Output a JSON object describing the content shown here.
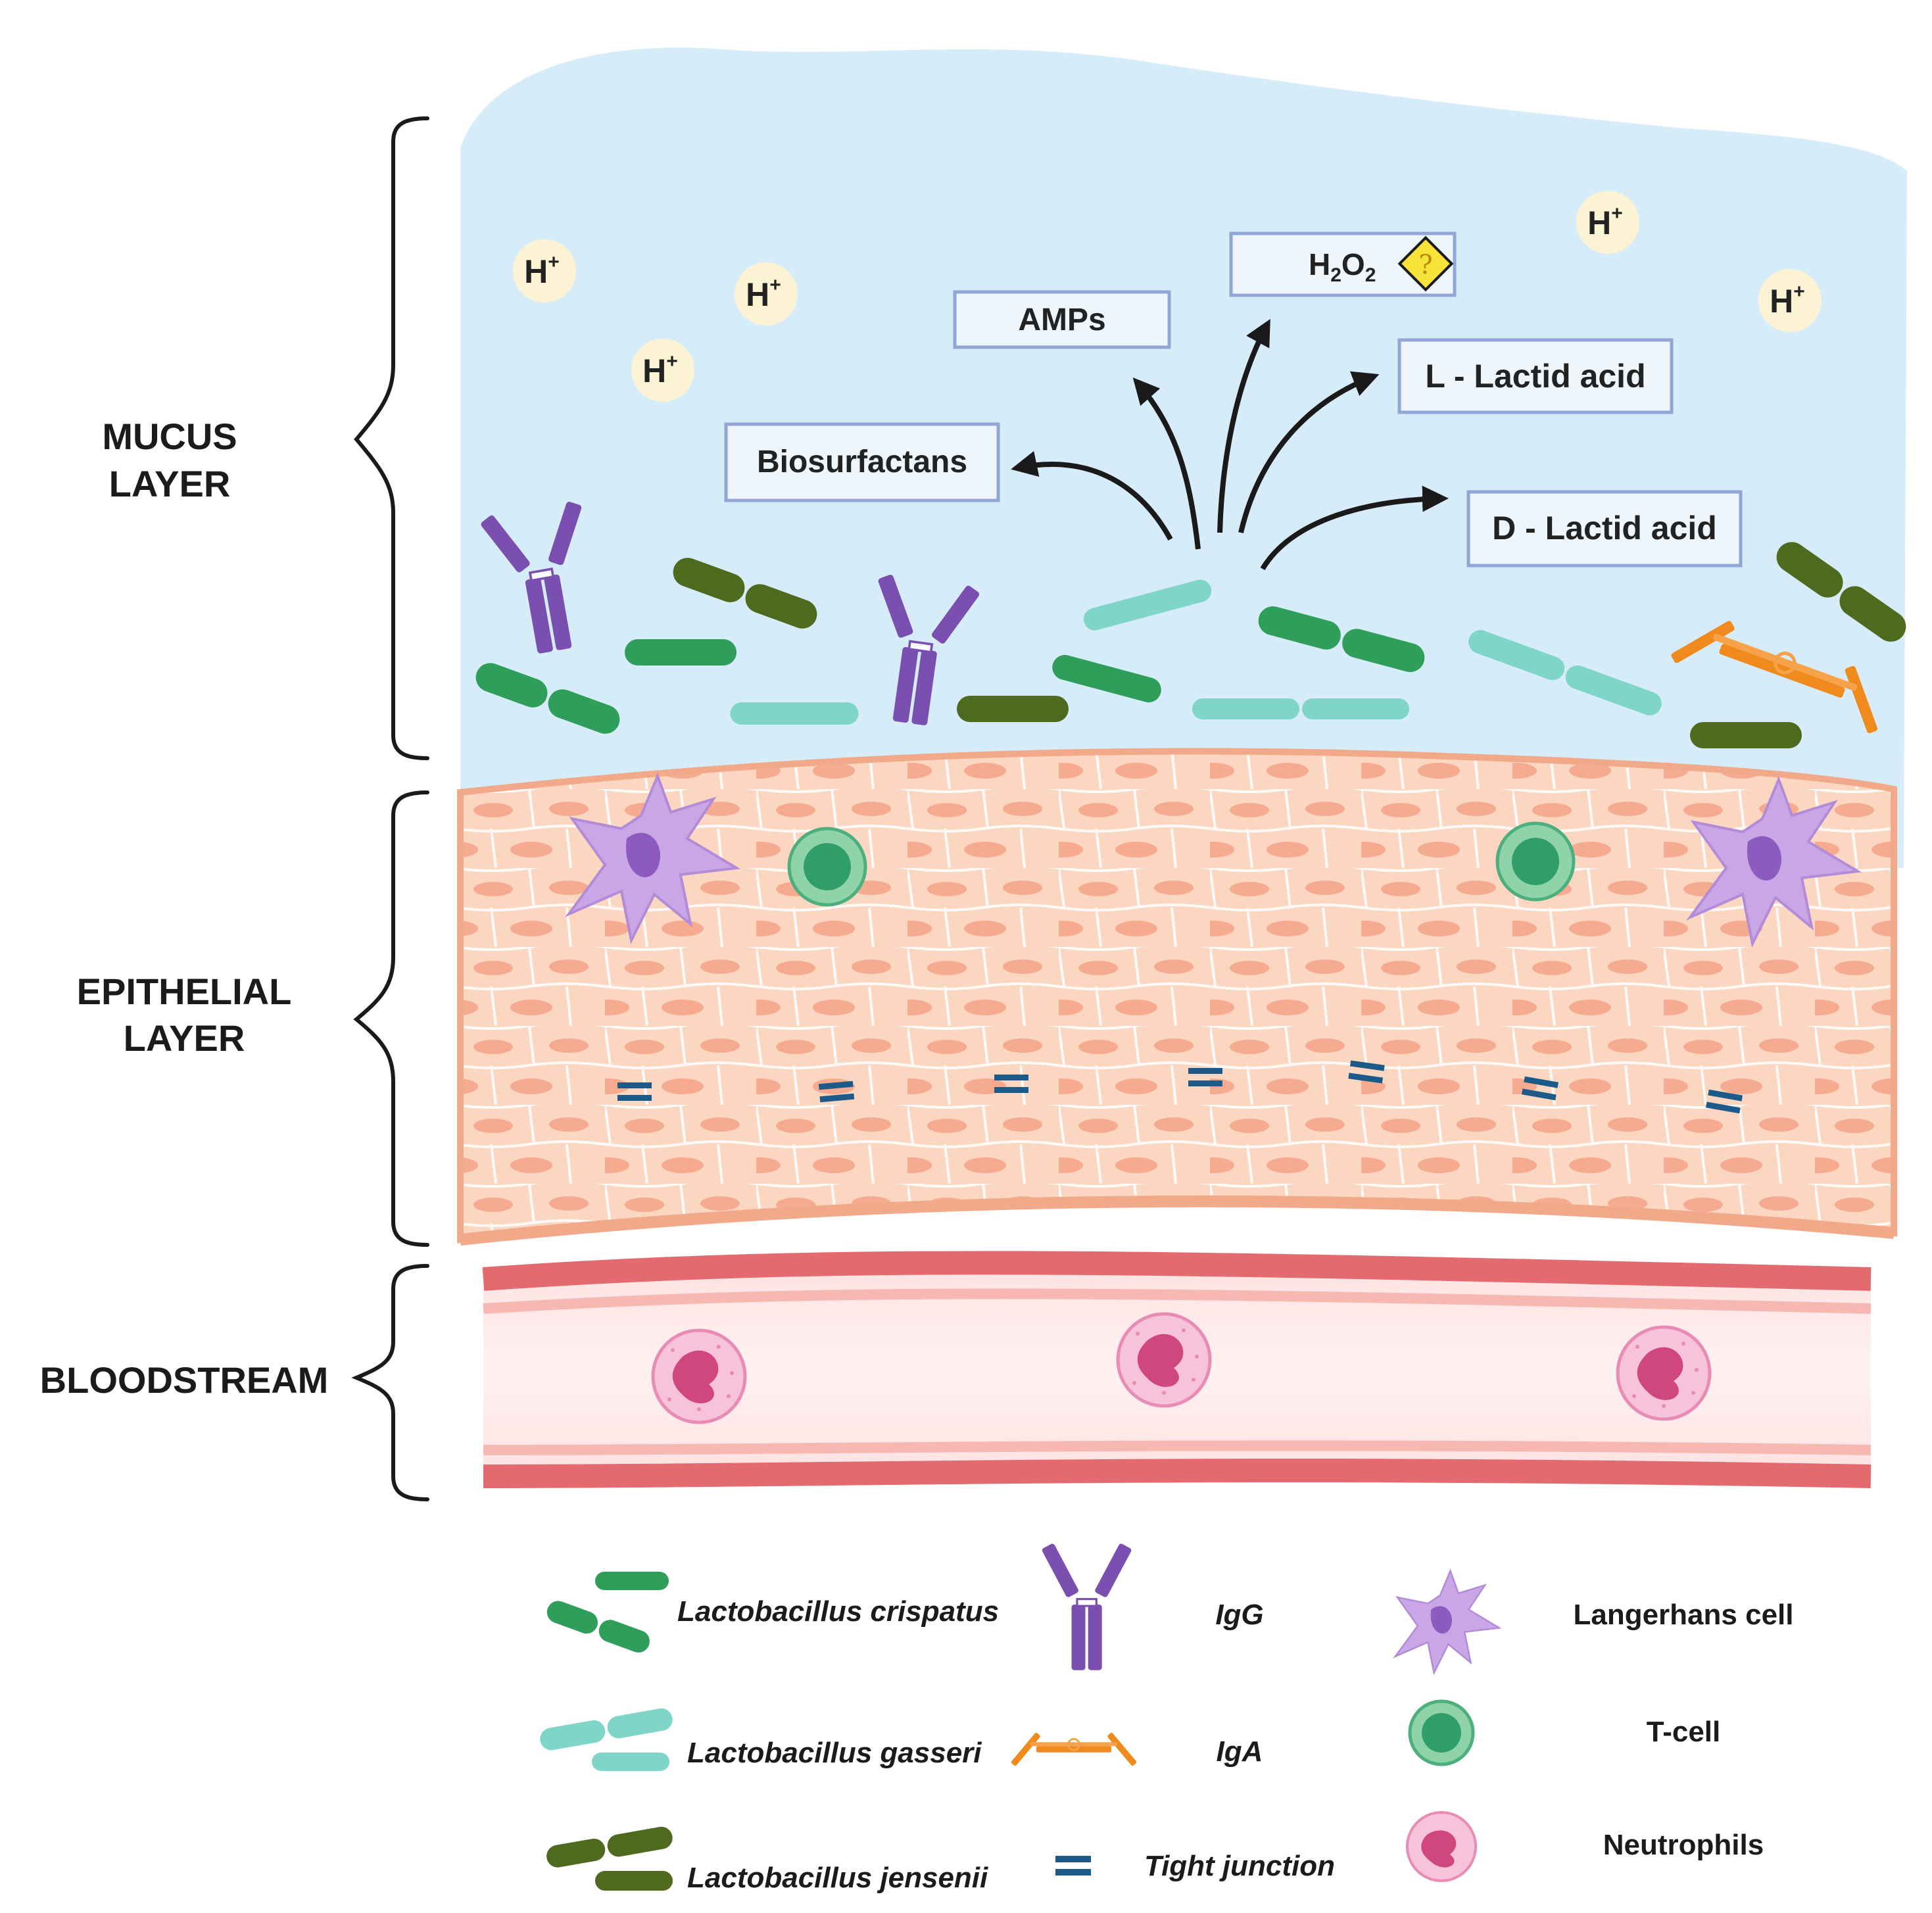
{
  "layers": {
    "mucus": [
      "MUCUS",
      "LAYER"
    ],
    "epithelial": [
      "EPITHELIAL",
      "LAYER"
    ],
    "bloodstream": [
      "BLOODSTREAM"
    ]
  },
  "products": {
    "amps": "AMPs",
    "h2o2_h": "H",
    "h2o2_sub": "2",
    "h2o2_o": "O",
    "h2o2_sub2": "2",
    "hazard": "?",
    "l_lactic": "L - Lactid acid",
    "d_lactic": "D - Lactid acid",
    "biosurfactans": "Biosurfactans"
  },
  "ions": {
    "h": "H",
    "plus": "+"
  },
  "legend": {
    "crispatus": "Lactobacillus crispatus",
    "gasseri": "Lactobacillus gasseri",
    "jensenii": "Lactobacillus jensenii",
    "igg": "IgG",
    "iga": "IgA",
    "tight_junction": "Tight junction",
    "langerhans": "Langerhans cell",
    "tcell": "T-cell",
    "neutrophils": "Neutrophils"
  },
  "colors": {
    "mucus": "#d6ecf8",
    "epithelium": "#fbd7c2",
    "cell_line": "#f2a98a",
    "nucleus": "#f6a58a",
    "vessel_wall": "#e36a6e",
    "crispatus": "#2f9e5a",
    "gasseri": "#7fd6c8",
    "jensenii": "#4e6a1e",
    "igg": "#7a4fb0",
    "iga": "#f08a1c",
    "tight_junction": "#1c5a8a",
    "langerhans": "#c9a6e6",
    "tcell": "#4caf7d",
    "neutrophil": "#f1a6c8",
    "ion": "#fbf3d3",
    "box_border": "#8fa6d6",
    "hazard": "#f7e23a"
  }
}
